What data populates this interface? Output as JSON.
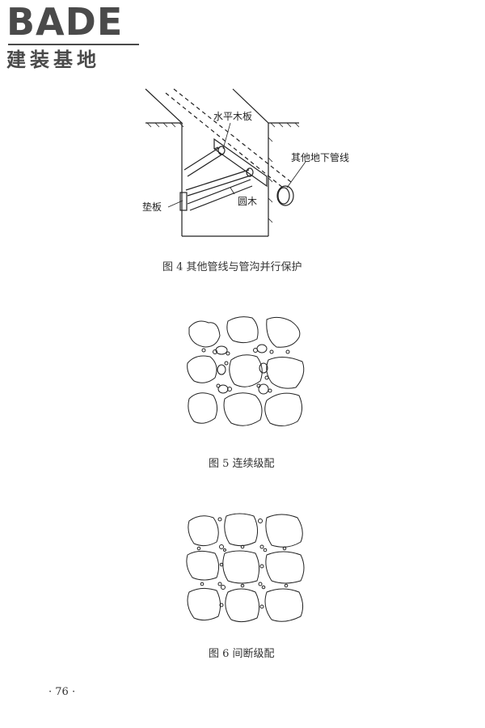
{
  "logo": {
    "word": "BADE",
    "subtitle": "建装基地"
  },
  "figure4": {
    "labels": {
      "plank": "水平木板",
      "other_pipe": "其他地下管线",
      "pad": "垫板",
      "log": "圆木"
    },
    "caption": "图 4   其他管线与管沟并行保护"
  },
  "figure5": {
    "caption": "图 5   连续级配"
  },
  "figure6": {
    "caption": "图 6   间断级配"
  },
  "page": {
    "number": "· 76 ·"
  }
}
